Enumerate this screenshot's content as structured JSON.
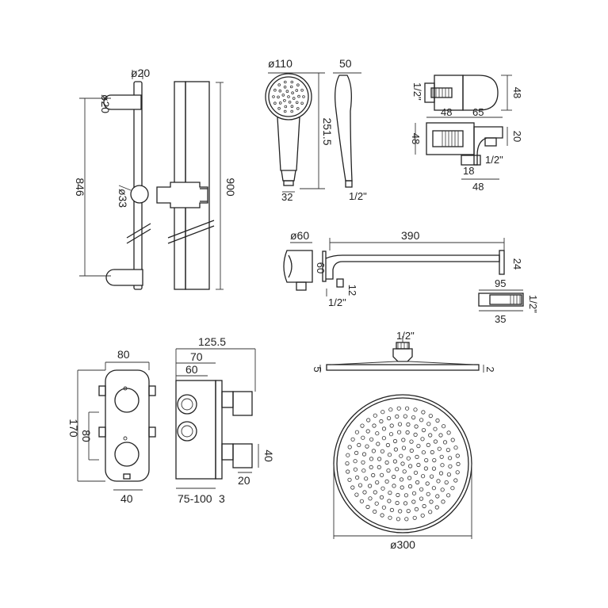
{
  "riser": {
    "top_dia": "ø20",
    "side_dia": "ø20",
    "height": "846",
    "knob_dia": "ø33",
    "rail_height": "900"
  },
  "handset": {
    "head_dia": "ø110",
    "depth": "50",
    "length": "251.5",
    "neck": "32",
    "thread": "1/2\""
  },
  "outlet": {
    "thread": "1/2\"",
    "size_a": "48",
    "size_b": "48",
    "size_c": "65",
    "size_d": "20",
    "size_e": "48",
    "size_f": "18",
    "thread2": "1/2\"",
    "size_g": "48"
  },
  "arm": {
    "flange_dia": "ø60",
    "length": "390",
    "height": "60",
    "tube": "24",
    "neck": "12",
    "thread": "1/2\"",
    "conn_len": "95",
    "conn_thread": "1/2\"",
    "conn_dia": "35"
  },
  "valve": {
    "width": "80",
    "height": "170",
    "spacing": "80",
    "bottom": "40",
    "depth_total": "125.5",
    "depth_70": "70",
    "depth_60": "60",
    "outlet_h": "40",
    "outlet_w": "20",
    "wall": "75-100",
    "plate": "3"
  },
  "head": {
    "thread": "1/2\"",
    "left_thick": "5",
    "right_thick": "2",
    "dia": "ø300"
  }
}
